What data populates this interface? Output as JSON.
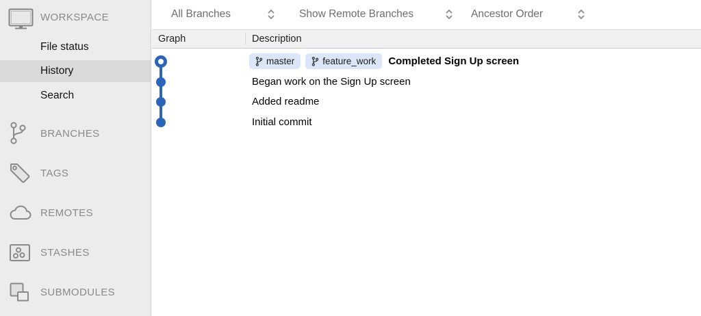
{
  "sidebar": {
    "workspace": {
      "label": "WORKSPACE",
      "items": [
        {
          "label": "File status",
          "selected": false
        },
        {
          "label": "History",
          "selected": true
        },
        {
          "label": "Search",
          "selected": false
        }
      ]
    },
    "groups": [
      {
        "label": "BRANCHES",
        "icon": "branch-icon"
      },
      {
        "label": "TAGS",
        "icon": "tag-icon"
      },
      {
        "label": "REMOTES",
        "icon": "cloud-icon"
      },
      {
        "label": "STASHES",
        "icon": "stash-icon"
      },
      {
        "label": "SUBMODULES",
        "icon": "submodule-icon"
      }
    ]
  },
  "toolbar": {
    "branch_filter": "All Branches",
    "remote_filter": "Show Remote Branches",
    "order_filter": "Ancestor Order"
  },
  "table": {
    "columns": {
      "graph": "Graph",
      "description": "Description"
    }
  },
  "commits": [
    {
      "node": "ring",
      "badges": [
        {
          "label": "master"
        },
        {
          "label": "feature_work"
        }
      ],
      "description": "Completed Sign Up screen",
      "bold": true
    },
    {
      "node": "dot",
      "description": "Began work on the Sign Up screen"
    },
    {
      "node": "dot",
      "description": "Added readme"
    },
    {
      "node": "dot",
      "description": "Initial commit"
    }
  ],
  "colors": {
    "graph_blue": "#2b64b8",
    "badge_bg": "#dbe7f9",
    "sidebar_bg": "#ececec",
    "selected_bg": "#dadada"
  }
}
